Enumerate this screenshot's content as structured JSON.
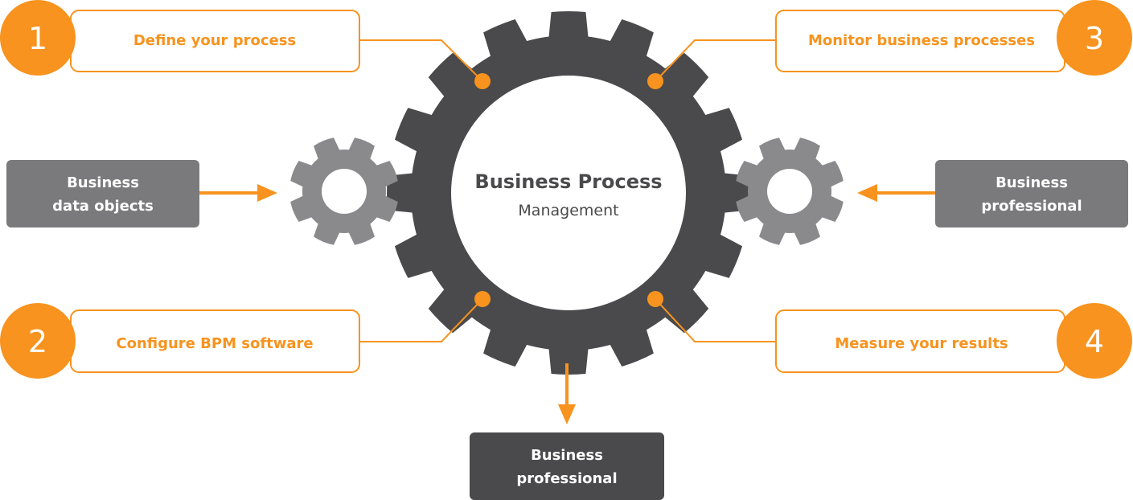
{
  "center": {
    "title": "Business Process",
    "subtitle": "Management"
  },
  "steps": [
    {
      "number": "1",
      "label": "Define your process"
    },
    {
      "number": "2",
      "label": "Configure BPM software"
    },
    {
      "number": "3",
      "label": "Monitor business processes"
    },
    {
      "number": "4",
      "label": "Measure your results"
    }
  ],
  "inputs": {
    "left": {
      "line1": "Business",
      "line2": "data objects"
    },
    "right": {
      "line1": "Business",
      "line2": "professional"
    }
  },
  "output": {
    "line1": "Business",
    "line2": "professional"
  },
  "colors": {
    "accent": "#f7931e",
    "gear_dark": "#4a4a4c",
    "gear_light": "#8a8a8c",
    "box_light": "#7a7a7c",
    "box_dark": "#4a4a4c"
  }
}
